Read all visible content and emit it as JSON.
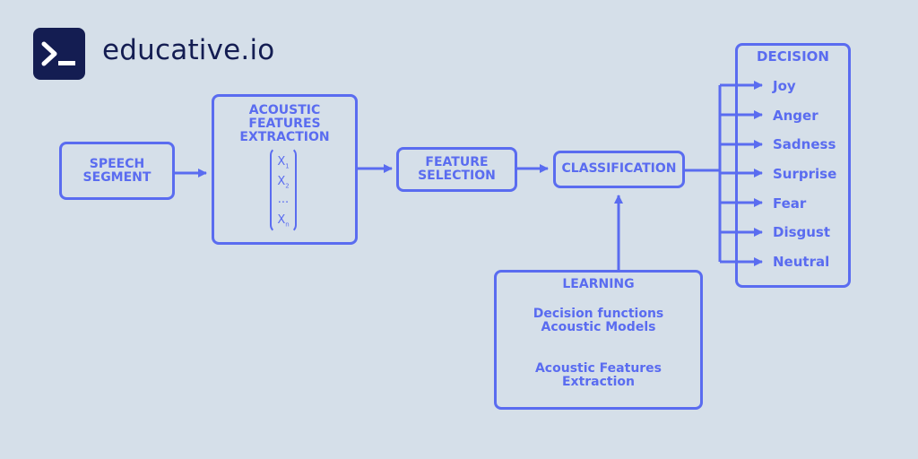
{
  "brand": {
    "name": "educative.io",
    "logo_glyph": "terminal-prompt-icon"
  },
  "colors": {
    "accent": "#5a6cf0",
    "background": "#d5dfe9",
    "logo": "#141d52"
  },
  "nodes": {
    "speech_segment": {
      "line1": "SPEECH",
      "line2": "SEGMENT"
    },
    "acoustic": {
      "line1": "ACOUSTIC",
      "line2": "FEATURES",
      "line3": "EXTRACTION",
      "vector": {
        "x1": "X",
        "x1_sub": "1",
        "x2": "X",
        "x2_sub": "2",
        "dots": "...",
        "xn": "X",
        "xn_sub": "n"
      }
    },
    "feature_selection": {
      "line1": "FEATURE",
      "line2": "SELECTION"
    },
    "classification": {
      "label": "CLASSIFICATION"
    },
    "learning": {
      "title": "LEARNING",
      "line1": "Decision functions",
      "line2": "Acoustic Models",
      "line3": "Acoustic Features",
      "line4": "Extraction"
    },
    "decision": {
      "title": "DECISION",
      "emotions": [
        "Joy",
        "Anger",
        "Sadness",
        "Surprise",
        "Fear",
        "Disgust",
        "Neutral"
      ]
    }
  }
}
